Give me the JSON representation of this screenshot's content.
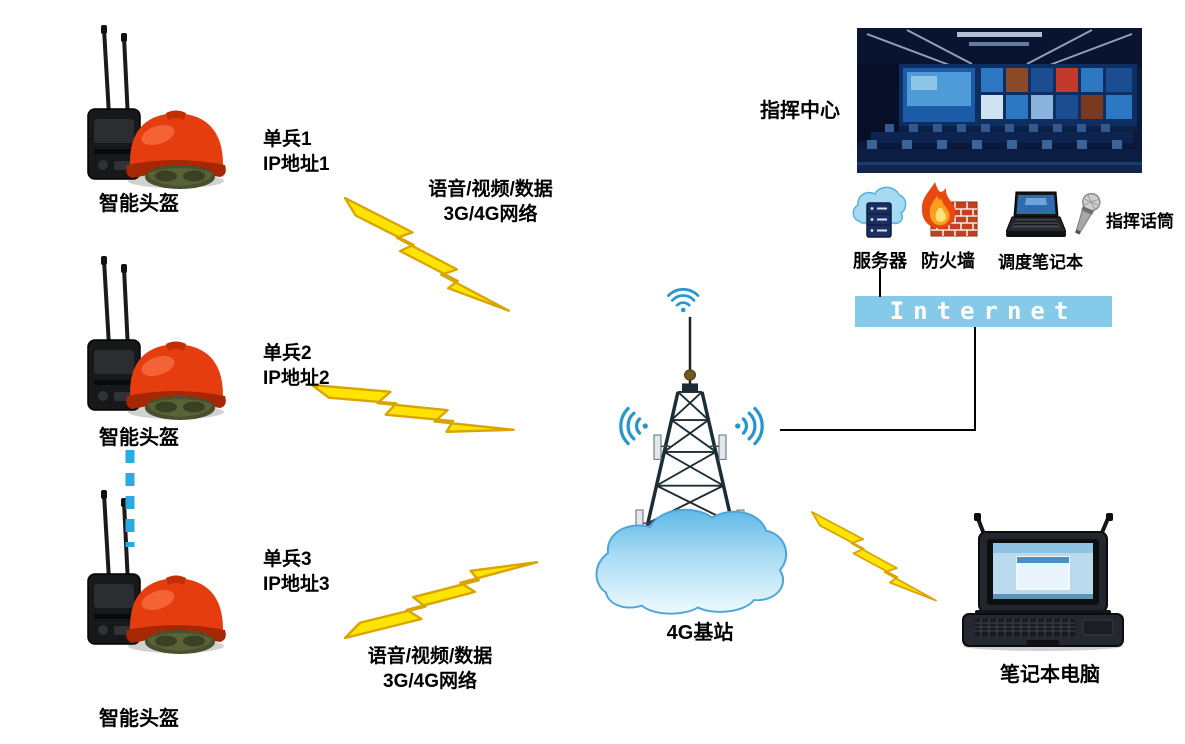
{
  "helmets": [
    {
      "label": "智能头盔"
    },
    {
      "label": "智能头盔"
    },
    {
      "label": "智能头盔"
    }
  ],
  "soldiers": [
    {
      "name": "单兵1",
      "ip": "IP地址1"
    },
    {
      "name": "单兵2",
      "ip": "IP地址2"
    },
    {
      "name": "单兵3",
      "ip": "IP地址3"
    }
  ],
  "links": {
    "top": {
      "line1": "语音/视频/数据",
      "line2": "3G/4G网络"
    },
    "bottom": {
      "line1": "语音/视频/数据",
      "line2": "3G/4G网络"
    }
  },
  "base_station": {
    "label": "4G基站"
  },
  "command_center": {
    "label": "指挥中心"
  },
  "equipment": {
    "server": "服务器",
    "firewall": "防火墙",
    "dispatch_laptop": "调度笔记本",
    "microphone": "指挥话筒"
  },
  "internet": {
    "label": "Internet"
  },
  "field_laptop": {
    "label": "笔记本电脑"
  },
  "icons": [
    "smart-helmet-icon",
    "radio-device-icon",
    "lightning-bolt-icon",
    "wifi-signal-icon",
    "cell-tower-icon",
    "cloud-icon",
    "server-cloud-icon",
    "firewall-brick-flame-icon",
    "laptop-icon",
    "microphone-icon",
    "rugged-laptop-icon",
    "control-room-photo"
  ],
  "colors": {
    "bolt_fill": "#ffe400",
    "bolt_stroke": "#d9a400",
    "internet_bar_bg": "#85cae8",
    "internet_text": "#ffffff",
    "wifi_blue": "#2596d1",
    "dotted_line": "#29abe2",
    "helmet_red": "#e63d10",
    "cloud_blue": "#8fd0ee"
  }
}
